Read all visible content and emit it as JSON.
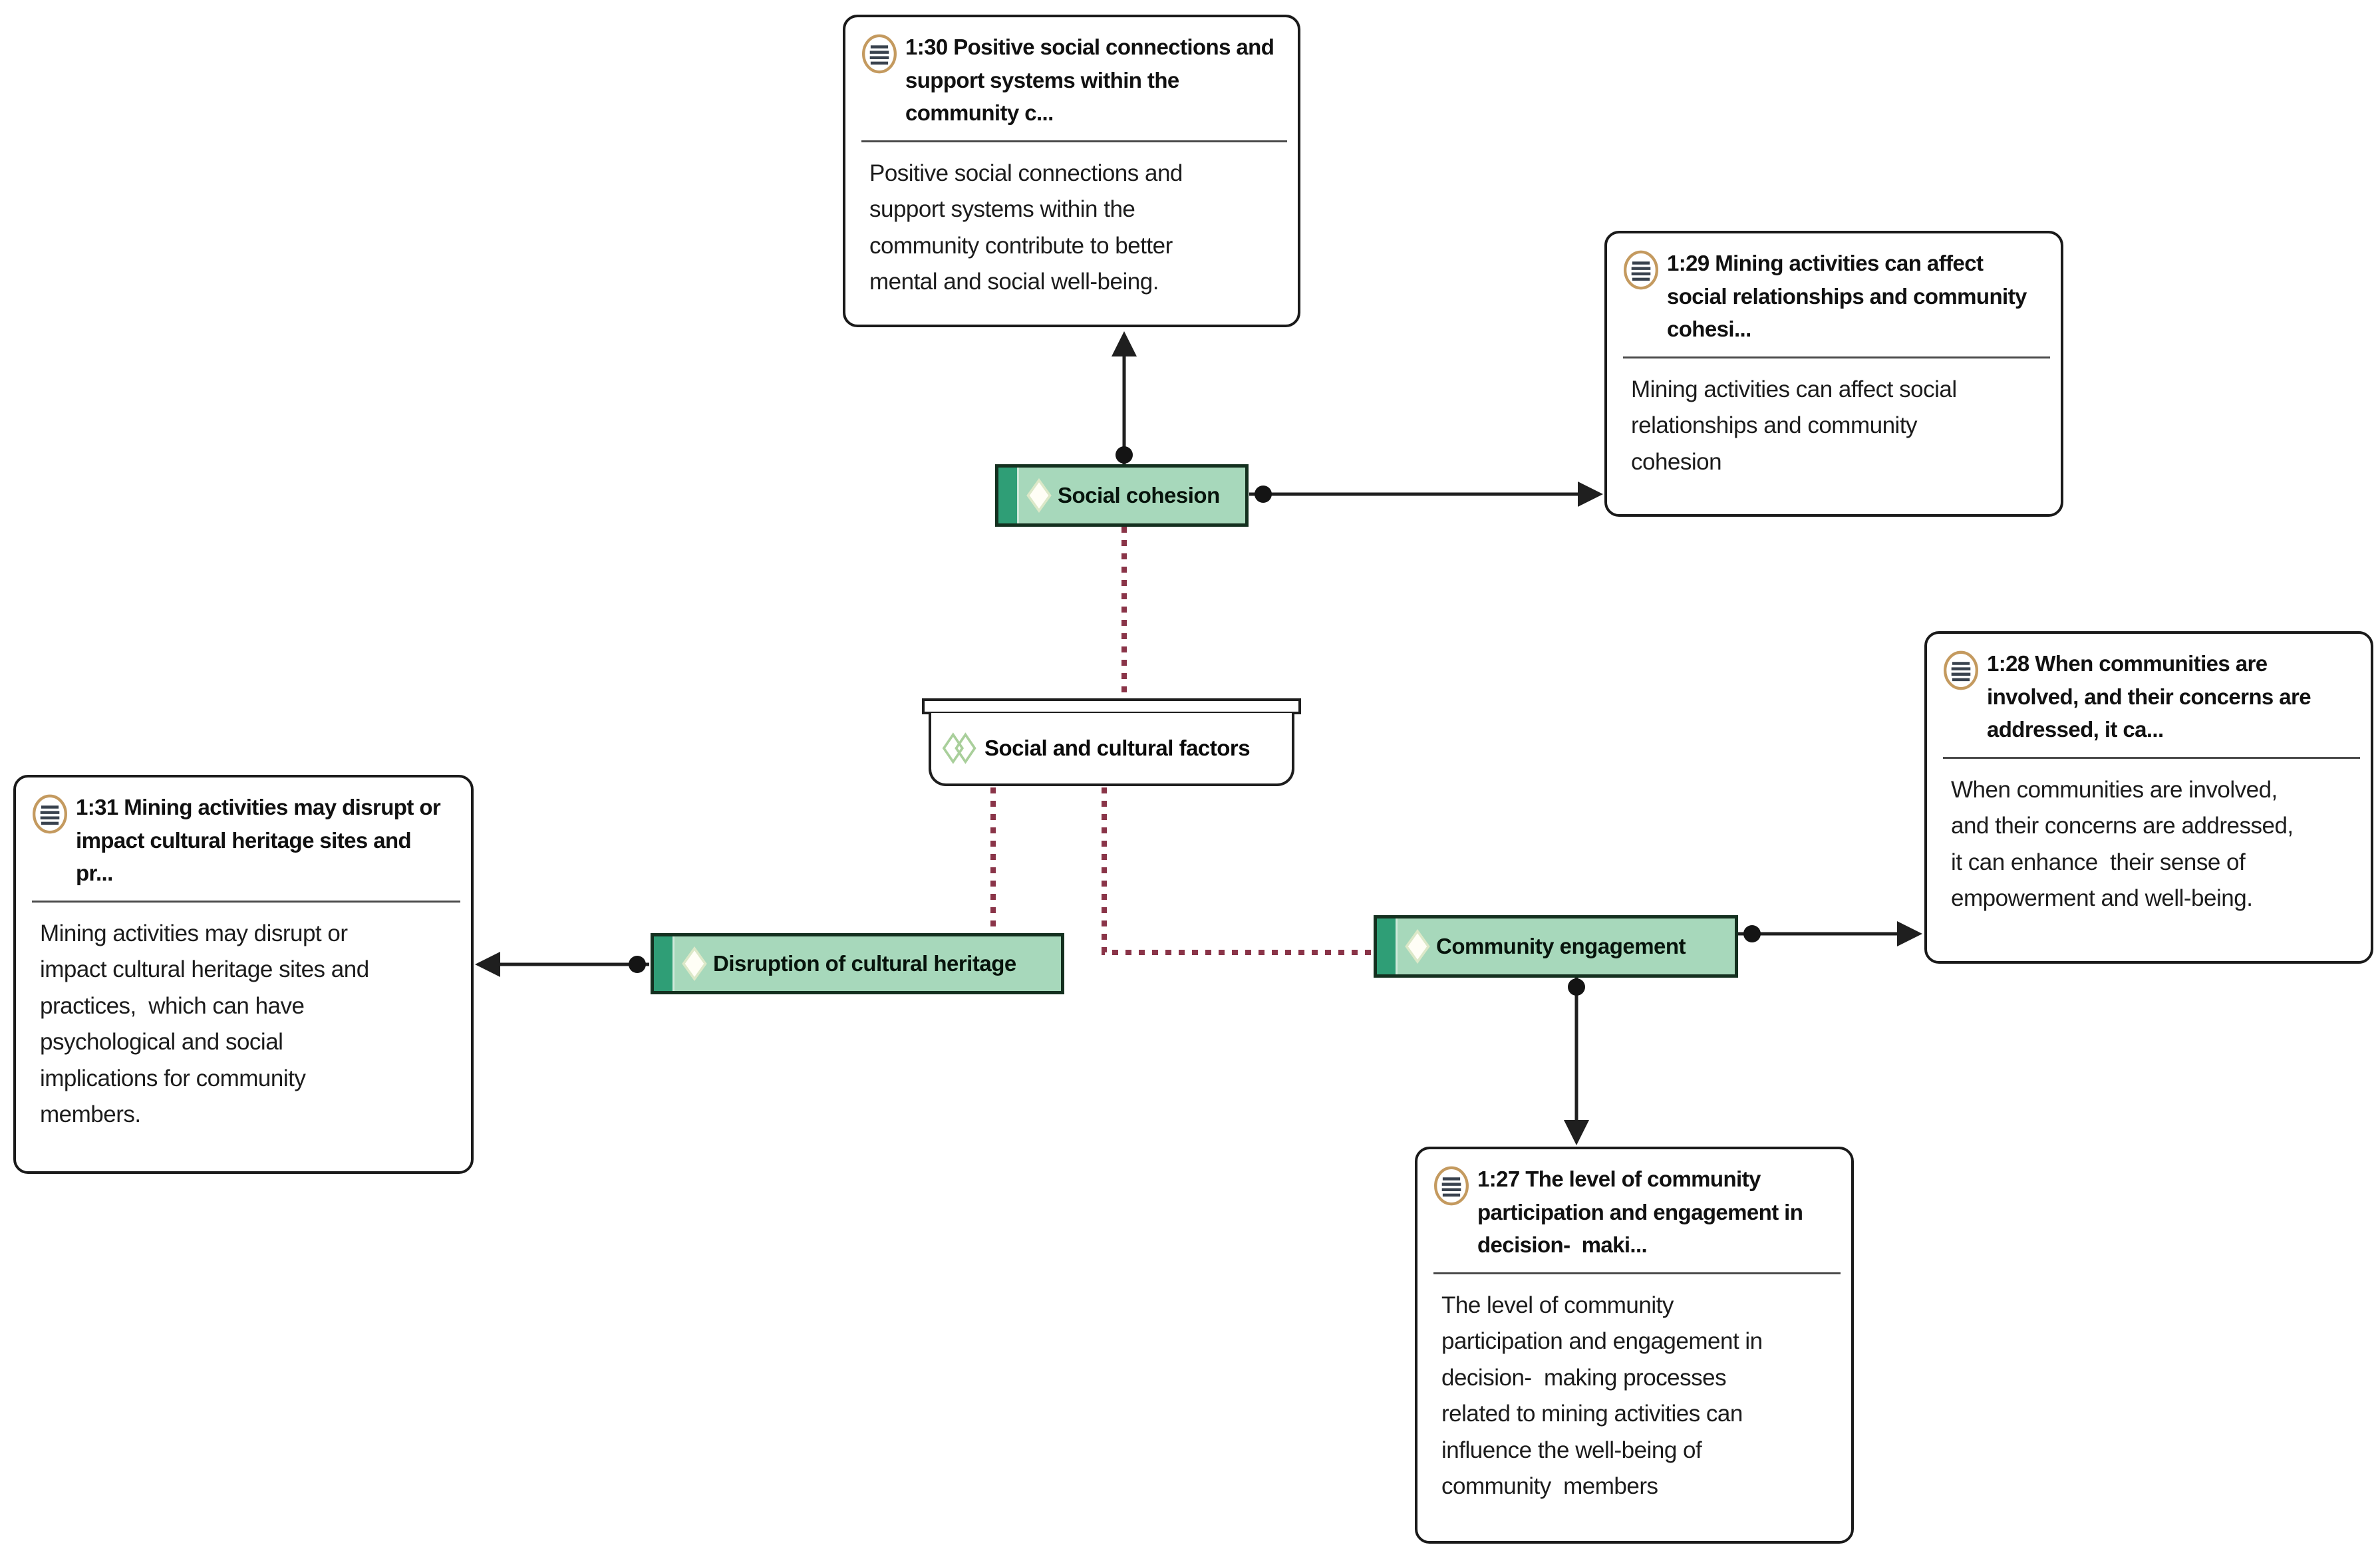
{
  "diagram": {
    "type": "qualitative-coding network view",
    "colors": {
      "code_fill": "#a7d8bb",
      "code_strip": "#2f9e76",
      "code_border": "#14301f",
      "quote_border": "#1a1a1a",
      "edge_solid": "#1f1f1f",
      "edge_dashed": "#8a3448",
      "quote_icon_ring": "#c49a5f",
      "quote_icon_lines": "#39424e"
    }
  },
  "group": {
    "label": "Social and cultural factors"
  },
  "codes": {
    "social_cohesion": {
      "label": "Social cohesion"
    },
    "disruption": {
      "label": "Disruption of cultural heritage"
    },
    "community": {
      "label": "Community engagement"
    }
  },
  "quotes": {
    "q130": {
      "header": "1:30 Positive social connections and\nsupport systems within the\ncommunity c...",
      "body": "Positive social connections and\nsupport systems within the\ncommunity contribute to better\nmental and social well-being."
    },
    "q129": {
      "header": "1:29 Mining activities can affect\nsocial relationships and community\ncohesi...",
      "body": "Mining activities can affect social\nrelationships and community\ncohesion"
    },
    "q131": {
      "header": "1:31 Mining activities may disrupt or\nimpact cultural heritage sites and\npr...",
      "body": "Mining activities may disrupt or\nimpact cultural heritage sites and\npractices,  which can have\npsychological and social\nimplications for community\nmembers."
    },
    "q128": {
      "header": "1:28 When communities are\ninvolved, and their concerns are\naddressed, it ca...",
      "body": "When communities are involved,\nand their concerns are addressed,\nit can enhance  their sense of\nempowerment and well-being."
    },
    "q127": {
      "header": "1:27 The level of community\nparticipation and engagement in\ndecision-  maki...",
      "body": "The level of community\nparticipation and engagement in\ndecision-  making processes\nrelated to mining activities can\ninfluence the well-being of\ncommunity  members"
    }
  },
  "edges": [
    {
      "from": "Social cohesion",
      "to": "1:30",
      "style": "solid-arrow"
    },
    {
      "from": "Social cohesion",
      "to": "1:29",
      "style": "solid-arrow"
    },
    {
      "from": "Disruption of cultural heritage",
      "to": "1:31",
      "style": "solid-arrow"
    },
    {
      "from": "Community engagement",
      "to": "1:28",
      "style": "solid-arrow"
    },
    {
      "from": "Community engagement",
      "to": "1:27",
      "style": "solid-arrow"
    },
    {
      "from": "Social cohesion",
      "to": "Social and cultural factors",
      "style": "dashed"
    },
    {
      "from": "Social and cultural factors",
      "to": "Disruption of cultural heritage",
      "style": "dashed"
    },
    {
      "from": "Social and cultural factors",
      "to": "Community engagement",
      "style": "dashed"
    }
  ]
}
